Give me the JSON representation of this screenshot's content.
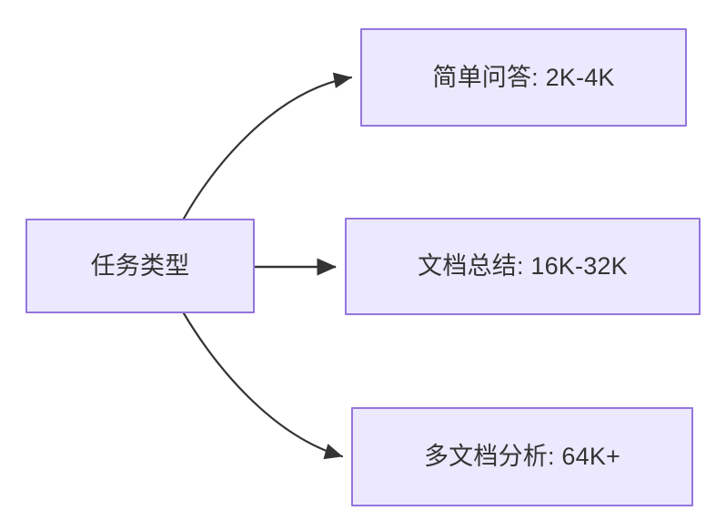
{
  "diagram": {
    "type": "flowchart",
    "direction": "left-to-right",
    "title": "任务类型",
    "background_color": "#ffffff",
    "node_fill_color": "#ece8fd",
    "node_border_color": "#9575de",
    "edge_color": "#333333",
    "text_color": "#333333",
    "nodes": [
      {
        "id": "source",
        "label": "任务类型",
        "role": "root"
      },
      {
        "id": "simple-qa",
        "label": "简单问答: 2K-4K",
        "role": "leaf"
      },
      {
        "id": "doc-summary",
        "label": "文档总结: 16K-32K",
        "role": "leaf"
      },
      {
        "id": "multi-doc",
        "label": "多文档分析: 64K+",
        "role": "leaf"
      }
    ],
    "edges": [
      {
        "id": "edge-source-to-simple-qa",
        "from": "source",
        "to": "simple-qa",
        "style": "curved",
        "arrowhead": "filled-triangle"
      },
      {
        "id": "edge-source-to-doc-summary",
        "from": "source",
        "to": "doc-summary",
        "style": "straight",
        "arrowhead": "filled-triangle"
      },
      {
        "id": "edge-source-to-multi-doc",
        "from": "source",
        "to": "multi-doc",
        "style": "curved",
        "arrowhead": "filled-triangle"
      }
    ]
  }
}
